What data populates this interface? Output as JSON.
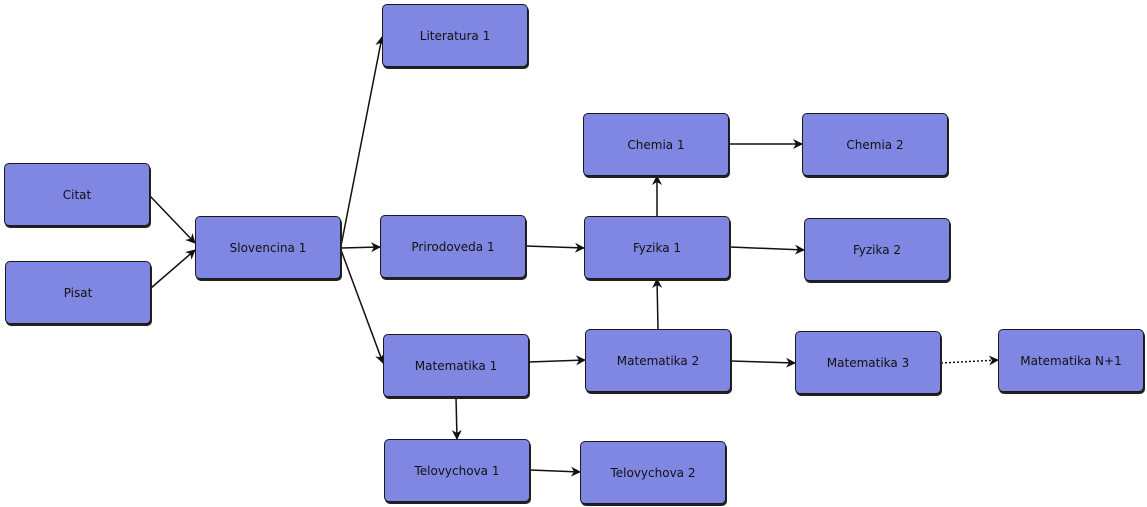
{
  "diagram": {
    "nodes": [
      {
        "id": "citat",
        "label": "Citat"
      },
      {
        "id": "pisat",
        "label": "Pisat"
      },
      {
        "id": "slovencina1",
        "label": "Slovencina 1"
      },
      {
        "id": "literatura1",
        "label": "Literatura 1"
      },
      {
        "id": "prirodoveda1",
        "label": "Prirodoveda 1"
      },
      {
        "id": "matematika1",
        "label": "Matematika 1"
      },
      {
        "id": "telovychova1",
        "label": "Telovychova 1"
      },
      {
        "id": "telovychova2",
        "label": "Telovychova 2"
      },
      {
        "id": "chemia1",
        "label": "Chemia 1"
      },
      {
        "id": "chemia2",
        "label": "Chemia 2"
      },
      {
        "id": "fyzika1",
        "label": "Fyzika 1"
      },
      {
        "id": "fyzika2",
        "label": "Fyzika 2"
      },
      {
        "id": "matematika2",
        "label": "Matematika 2"
      },
      {
        "id": "matematika3",
        "label": "Matematika 3"
      },
      {
        "id": "matematikaN1",
        "label": "Matematika N+1"
      }
    ],
    "edges": [
      {
        "from": "citat",
        "to": "slovencina1",
        "style": "solid"
      },
      {
        "from": "pisat",
        "to": "slovencina1",
        "style": "solid"
      },
      {
        "from": "slovencina1",
        "to": "literatura1",
        "style": "solid"
      },
      {
        "from": "slovencina1",
        "to": "prirodoveda1",
        "style": "solid"
      },
      {
        "from": "slovencina1",
        "to": "matematika1",
        "style": "solid"
      },
      {
        "from": "prirodoveda1",
        "to": "fyzika1",
        "style": "solid"
      },
      {
        "from": "fyzika1",
        "to": "chemia1",
        "style": "solid"
      },
      {
        "from": "chemia1",
        "to": "chemia2",
        "style": "solid"
      },
      {
        "from": "fyzika1",
        "to": "fyzika2",
        "style": "solid"
      },
      {
        "from": "matematika1",
        "to": "matematika2",
        "style": "solid"
      },
      {
        "from": "matematika2",
        "to": "fyzika1",
        "style": "solid"
      },
      {
        "from": "matematika2",
        "to": "matematika3",
        "style": "solid"
      },
      {
        "from": "matematika3",
        "to": "matematikaN1",
        "style": "dotted"
      },
      {
        "from": "matematika1",
        "to": "telovychova1",
        "style": "solid"
      },
      {
        "from": "telovychova1",
        "to": "telovychova2",
        "style": "solid"
      }
    ],
    "colors": {
      "node_fill": "#8087e3",
      "border": "#1a1a1a",
      "edge": "#111111"
    }
  }
}
